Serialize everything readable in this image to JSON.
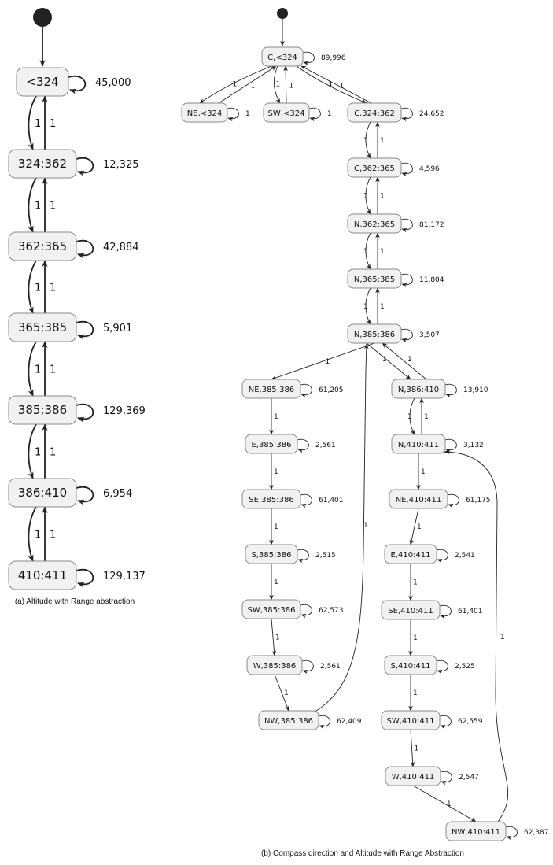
{
  "diagram_a": {
    "caption": "(a) Altitude with Range abstraction",
    "states": [
      {
        "id": "a0",
        "label": "<324",
        "self": "45,000"
      },
      {
        "id": "a1",
        "label": "324:362",
        "self": "12,325"
      },
      {
        "id": "a2",
        "label": "362:365",
        "self": "42,884"
      },
      {
        "id": "a3",
        "label": "365:385",
        "self": "5,901"
      },
      {
        "id": "a4",
        "label": "385:386",
        "self": "129,369"
      },
      {
        "id": "a5",
        "label": "386:410",
        "self": "6,954"
      },
      {
        "id": "a6",
        "label": "410:411",
        "self": "129,137"
      }
    ],
    "transitions": [
      {
        "from": "a0",
        "to": "a1",
        "label": "1"
      },
      {
        "from": "a1",
        "to": "a0",
        "label": "1"
      },
      {
        "from": "a1",
        "to": "a2",
        "label": "1"
      },
      {
        "from": "a2",
        "to": "a1",
        "label": "1"
      },
      {
        "from": "a2",
        "to": "a3",
        "label": "1"
      },
      {
        "from": "a3",
        "to": "a2",
        "label": "1"
      },
      {
        "from": "a3",
        "to": "a4",
        "label": "1"
      },
      {
        "from": "a4",
        "to": "a3",
        "label": "1"
      },
      {
        "from": "a4",
        "to": "a5",
        "label": "1"
      },
      {
        "from": "a5",
        "to": "a4",
        "label": "1"
      },
      {
        "from": "a5",
        "to": "a6",
        "label": "1"
      },
      {
        "from": "a6",
        "to": "a5",
        "label": "1"
      }
    ]
  },
  "diagram_b": {
    "caption": "(b) Compass direction and Altitude with Range Abstraction",
    "states": [
      {
        "id": "b_c324",
        "label": "C,<324",
        "self": "89,996"
      },
      {
        "id": "b_ne324",
        "label": "NE,<324",
        "self": "1"
      },
      {
        "id": "b_sw324",
        "label": "SW,<324",
        "self": "1"
      },
      {
        "id": "b_c324362",
        "label": "C,324:362",
        "self": "24,652"
      },
      {
        "id": "b_c362365",
        "label": "C,362:365",
        "self": "4,596"
      },
      {
        "id": "b_n362365",
        "label": "N,362:365",
        "self": "81,172"
      },
      {
        "id": "b_n365385",
        "label": "N,365:385",
        "self": "11,804"
      },
      {
        "id": "b_n385386",
        "label": "N,385:386",
        "self": "3,507"
      },
      {
        "id": "b_ne385386",
        "label": "NE,385:386",
        "self": "61,205"
      },
      {
        "id": "b_e385386",
        "label": "E,385:386",
        "self": "2,561"
      },
      {
        "id": "b_se385386",
        "label": "SE,385:386",
        "self": "61,401"
      },
      {
        "id": "b_s385386",
        "label": "S,385:386",
        "self": "2,515"
      },
      {
        "id": "b_sw385386",
        "label": "SW,385:386",
        "self": "62,573"
      },
      {
        "id": "b_w385386",
        "label": "W,385:386",
        "self": "2,561"
      },
      {
        "id": "b_nw385386",
        "label": "NW,385:386",
        "self": "62,409"
      },
      {
        "id": "b_n386410",
        "label": "N,386:410",
        "self": "13,910"
      },
      {
        "id": "b_n410411",
        "label": "N,410:411",
        "self": "3,132"
      },
      {
        "id": "b_ne410411",
        "label": "NE,410:411",
        "self": "61,175"
      },
      {
        "id": "b_e410411",
        "label": "E,410:411",
        "self": "2,541"
      },
      {
        "id": "b_se410411",
        "label": "SE,410:411",
        "self": "61,401"
      },
      {
        "id": "b_s410411",
        "label": "S,410:411",
        "self": "2,525"
      },
      {
        "id": "b_sw410411",
        "label": "SW,410:411",
        "self": "62,559"
      },
      {
        "id": "b_w410411",
        "label": "W,410:411",
        "self": "2,547"
      },
      {
        "id": "b_nw410411",
        "label": "NW,410:411",
        "self": "62,387"
      }
    ],
    "transitions": [
      {
        "from": "b_c324",
        "to": "b_ne324",
        "label": "1"
      },
      {
        "from": "b_ne324",
        "to": "b_c324",
        "label": "1"
      },
      {
        "from": "b_c324",
        "to": "b_sw324",
        "label": "1"
      },
      {
        "from": "b_sw324",
        "to": "b_c324",
        "label": "1"
      },
      {
        "from": "b_c324",
        "to": "b_c324362",
        "label": "1"
      },
      {
        "from": "b_c324362",
        "to": "b_c324",
        "label": "1"
      },
      {
        "from": "b_c324362",
        "to": "b_c362365",
        "label": "1"
      },
      {
        "from": "b_c362365",
        "to": "b_c324362",
        "label": "1"
      },
      {
        "from": "b_c362365",
        "to": "b_n362365",
        "label": "1"
      },
      {
        "from": "b_n362365",
        "to": "b_c362365",
        "label": "1"
      },
      {
        "from": "b_n362365",
        "to": "b_n365385",
        "label": "1"
      },
      {
        "from": "b_n365385",
        "to": "b_n362365",
        "label": "1"
      },
      {
        "from": "b_n365385",
        "to": "b_n385386",
        "label": "1"
      },
      {
        "from": "b_n385386",
        "to": "b_n365385",
        "label": "1"
      },
      {
        "from": "b_n385386",
        "to": "b_ne385386",
        "label": "1"
      },
      {
        "from": "b_n385386",
        "to": "b_n386410",
        "label": "1"
      },
      {
        "from": "b_n386410",
        "to": "b_n385386",
        "label": "1"
      },
      {
        "from": "b_ne385386",
        "to": "b_e385386",
        "label": "1"
      },
      {
        "from": "b_e385386",
        "to": "b_se385386",
        "label": "1"
      },
      {
        "from": "b_se385386",
        "to": "b_s385386",
        "label": "1"
      },
      {
        "from": "b_s385386",
        "to": "b_sw385386",
        "label": "1"
      },
      {
        "from": "b_sw385386",
        "to": "b_w385386",
        "label": "1"
      },
      {
        "from": "b_w385386",
        "to": "b_nw385386",
        "label": "1"
      },
      {
        "from": "b_nw385386",
        "to": "b_n385386",
        "label": "1"
      },
      {
        "from": "b_n386410",
        "to": "b_n410411",
        "label": "1"
      },
      {
        "from": "b_n410411",
        "to": "b_n386410",
        "label": "1"
      },
      {
        "from": "b_n410411",
        "to": "b_ne410411",
        "label": "1"
      },
      {
        "from": "b_ne410411",
        "to": "b_e410411",
        "label": "1"
      },
      {
        "from": "b_e410411",
        "to": "b_se410411",
        "label": "1"
      },
      {
        "from": "b_se410411",
        "to": "b_s410411",
        "label": "1"
      },
      {
        "from": "b_s410411",
        "to": "b_sw410411",
        "label": "1"
      },
      {
        "from": "b_sw410411",
        "to": "b_w410411",
        "label": "1"
      },
      {
        "from": "b_w410411",
        "to": "b_nw410411",
        "label": "1"
      },
      {
        "from": "b_nw410411",
        "to": "b_n410411",
        "label": "1"
      }
    ]
  }
}
